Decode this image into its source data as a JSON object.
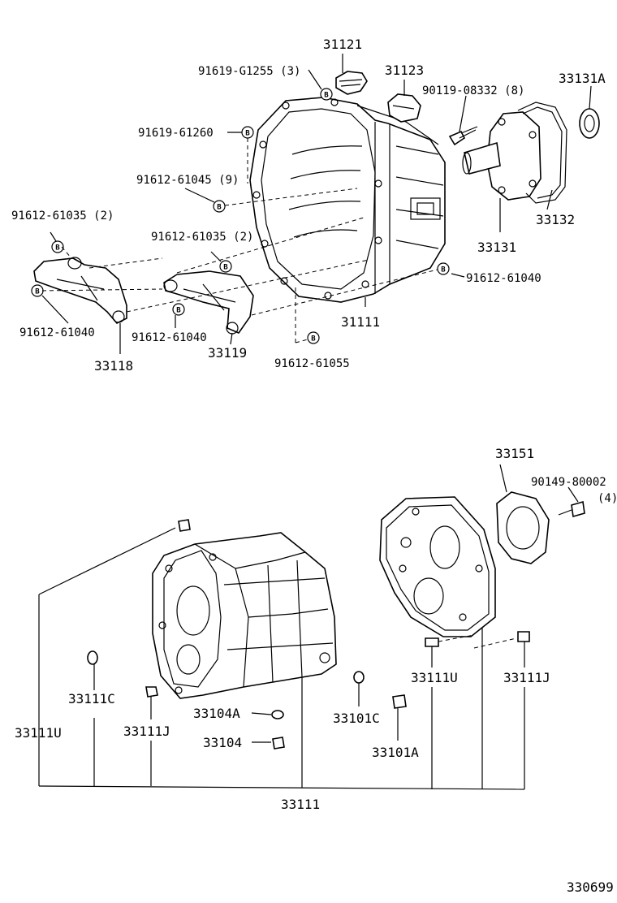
{
  "labels": {
    "p31121": "31121",
    "p91619_G1255": "91619-G1255 (3)",
    "p31123": "31123",
    "p90119_08332": "90119-08332 (8)",
    "p33131A": "33131A",
    "p91619_61260": "91619-61260",
    "p91612_61045": "91612-61045 (9)",
    "p91612_61035_a": "91612-61035 (2)",
    "p91612_61035_b": "91612-61035 (2)",
    "p33132": "33132",
    "p33131": "33131",
    "p91612_61040_r": "91612-61040",
    "p91612_61040_l": "91612-61040",
    "p91612_61040_m": "91612-61040",
    "p31111": "31111",
    "p33118": "33118",
    "p33119": "33119",
    "p91612_61055": "91612-61055",
    "p33151": "33151",
    "p90149_80002": "90149-80002",
    "p90149_qty": "(4)",
    "p33111U_r": "33111U",
    "p33111J_r": "33111J",
    "p33111C": "33111C",
    "p33104A": "33104A",
    "p33101C": "33101C",
    "p33111U_l": "33111U",
    "p33111J_l": "33111J",
    "p33104": "33104",
    "p33101A": "33101A",
    "p33111": "33111",
    "diagram_code": "330699"
  },
  "bolt_marker": "B",
  "colors": {
    "line": "#000000",
    "background": "#ffffff"
  }
}
